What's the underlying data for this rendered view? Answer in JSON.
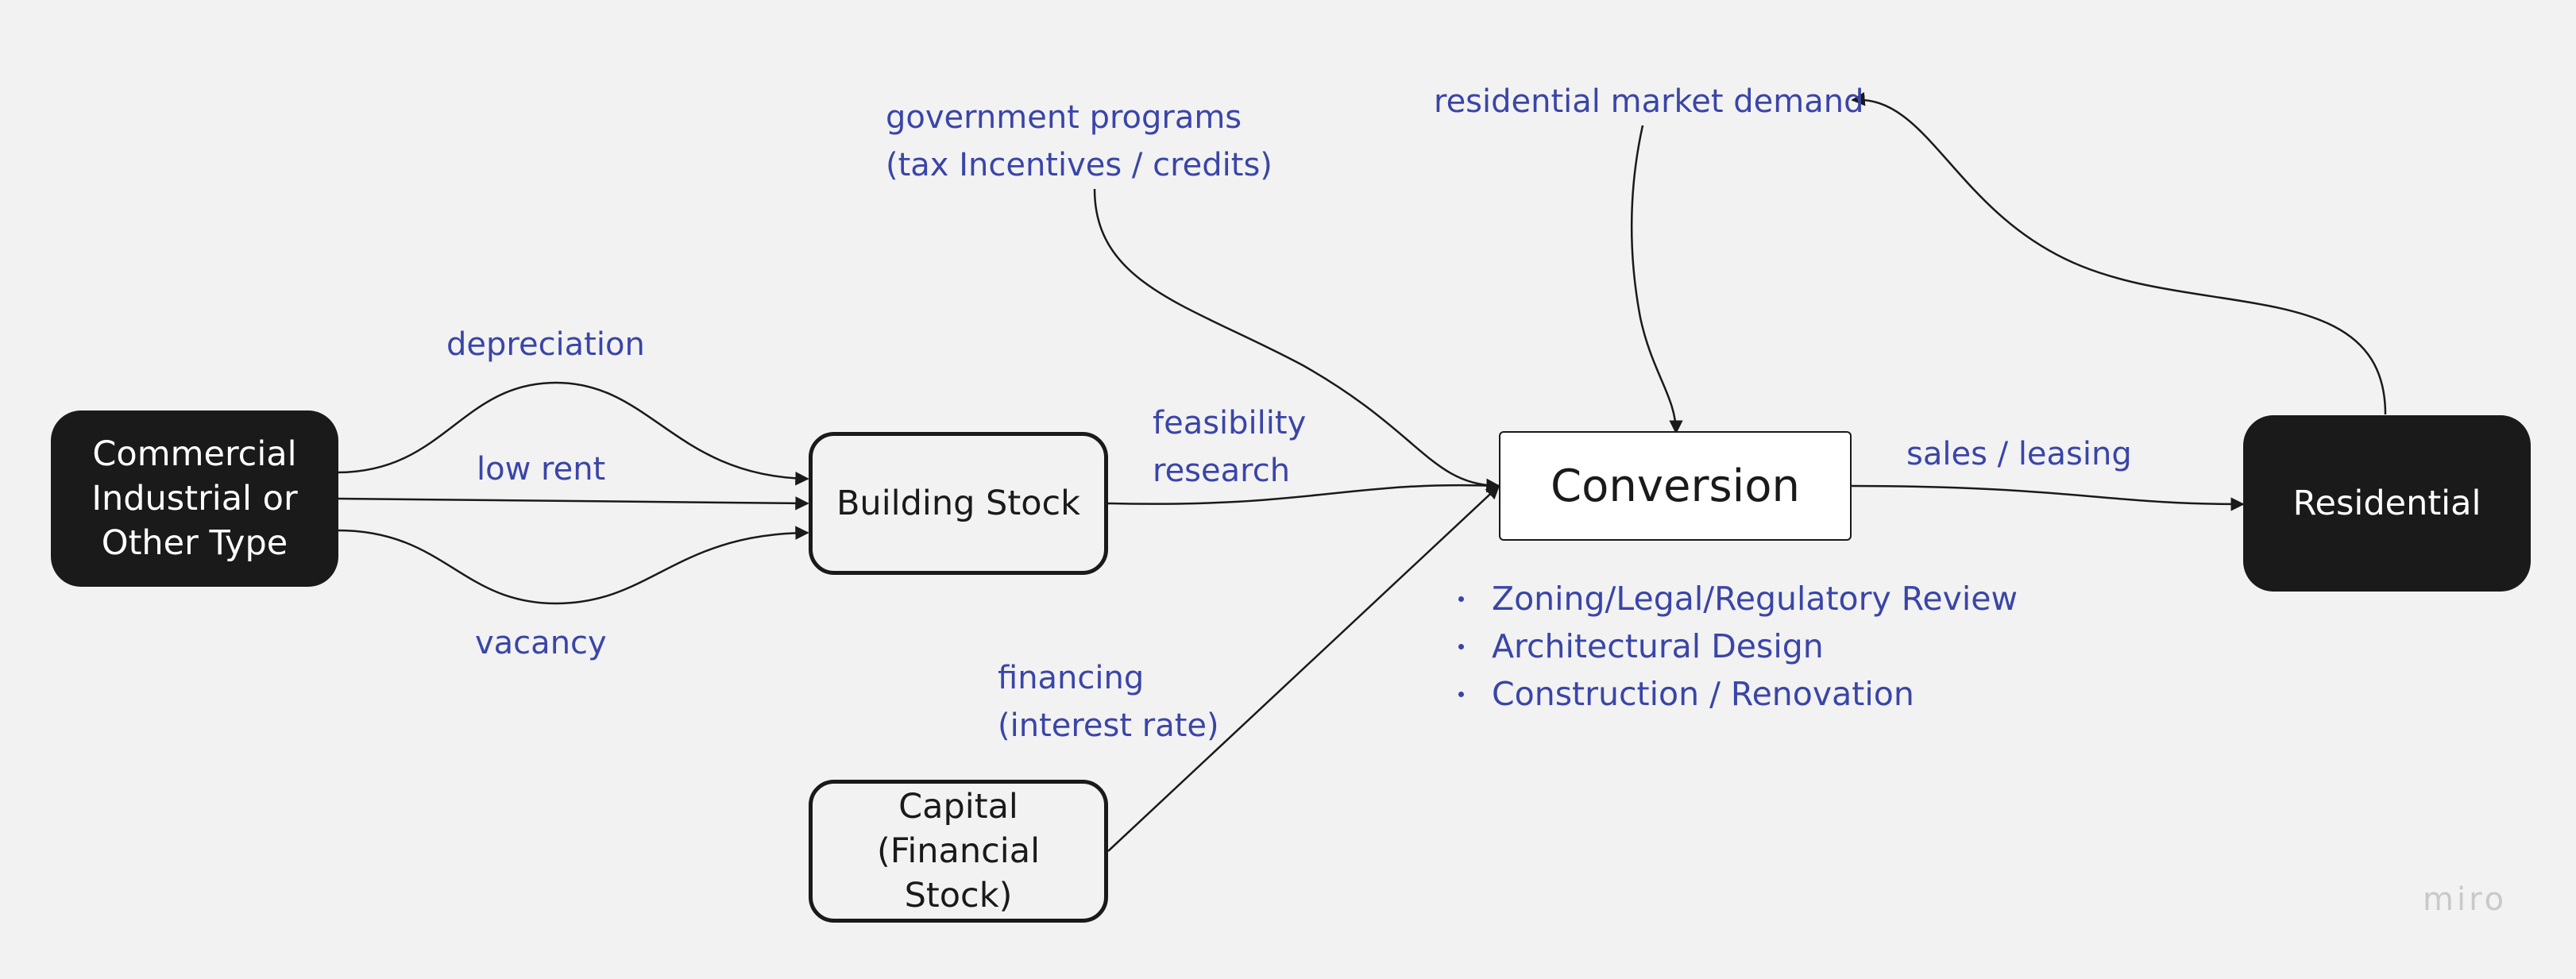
{
  "nodes": {
    "commercial": "Commercial\nIndustrial or\nOther Type",
    "building_stock": "Building Stock",
    "capital": "Capital (Financial\nStock)",
    "conversion": "Conversion",
    "residential": "Residential"
  },
  "labels": {
    "depreciation": "depreciation",
    "low_rent": "low rent",
    "vacancy": "vacancy",
    "feasibility": "feasibility\nresearch",
    "government": "government programs\n(tax Incentives / credits)",
    "market_demand": "residential market demand",
    "financing": "financing\n(interest rate)",
    "sales": "sales / leasing"
  },
  "steps": [
    "Zoning/Legal/Regulatory Review",
    "Architectural Design",
    "Construction / Renovation"
  ],
  "watermark": "miro",
  "colors": {
    "label": "#3a45a8",
    "node_dark": "#1a1a1a",
    "background": "#f2f2f2"
  }
}
